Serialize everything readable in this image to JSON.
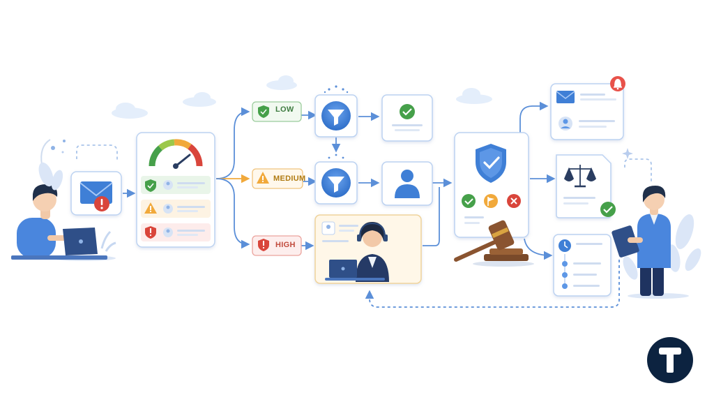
{
  "tiers": {
    "low": "LOW",
    "medium": "MEDIUM",
    "high": "HIGH"
  },
  "brand": {
    "logo_letter": "T",
    "logo_color": "#0c2340"
  },
  "colors": {
    "accent_blue": "#3f7fd6",
    "low_green": "#46a04a",
    "medium_orange": "#f1a93b",
    "high_red": "#d9453b",
    "connector": "#5b8fd8"
  },
  "icons": [
    "envelope-icon",
    "alert-icon",
    "gauge-icon",
    "shield-check-icon",
    "warning-triangle-icon",
    "shield-alert-icon",
    "funnel-icon",
    "check-circle-icon",
    "user-icon",
    "headset-agent-icon",
    "gavel-icon",
    "flag-icon",
    "close-circle-icon",
    "bell-icon",
    "scales-icon",
    "clock-icon",
    "laptop-icon",
    "tablet-icon"
  ]
}
